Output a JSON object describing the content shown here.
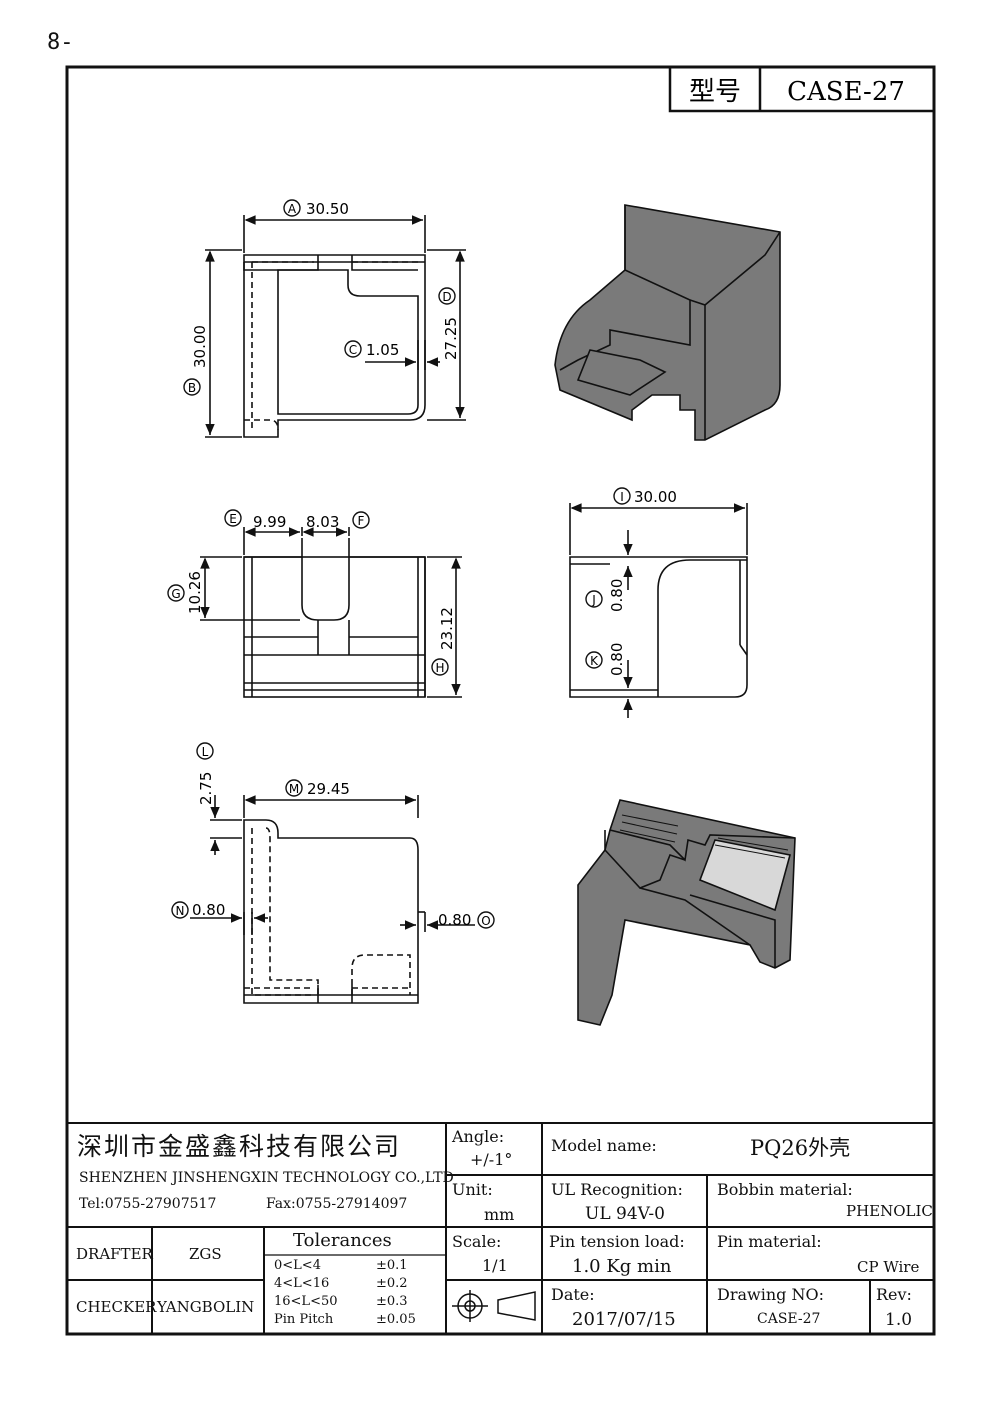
{
  "page_number": "8-",
  "title_block": {
    "model_label": "型号",
    "model_value": "CASE-27"
  },
  "dimensions": {
    "A": {
      "letter": "A",
      "value": "30.50"
    },
    "B": {
      "letter": "B",
      "value": "30.00"
    },
    "C": {
      "letter": "C",
      "value": "1.05"
    },
    "D": {
      "letter": "D",
      "value": "27.25"
    },
    "E": {
      "letter": "E",
      "value": "9.99"
    },
    "F": {
      "letter": "F",
      "value": "8.03"
    },
    "G": {
      "letter": "G",
      "value": "10.26"
    },
    "H": {
      "letter": "H",
      "value": "23.12"
    },
    "I": {
      "letter": "I",
      "value": "30.00"
    },
    "J": {
      "letter": "J",
      "value": "0.80"
    },
    "K": {
      "letter": "K",
      "value": "0.80"
    },
    "L": {
      "letter": "L",
      "value": "2.75"
    },
    "M": {
      "letter": "M",
      "value": "29.45"
    },
    "N": {
      "letter": "N",
      "value": "0.80"
    },
    "O": {
      "letter": "O",
      "value": "0.80"
    }
  },
  "company": {
    "name_cn": "深圳市金盛鑫科技有限公司",
    "name_en": "SHENZHEN JINSHENGXIN TECHNOLOGY CO.,LTD",
    "tel": "Tel:0755-27907517",
    "fax": "Fax:0755-27914097"
  },
  "angle": {
    "label": "Angle:",
    "value": "+/-1°"
  },
  "unit": {
    "label": "Unit:",
    "value": "mm"
  },
  "scale": {
    "label": "Scale:",
    "value": "1/1"
  },
  "model_name": {
    "label": "Model name:",
    "value": "PQ26外壳"
  },
  "ul": {
    "label": "UL Recognition:",
    "value": "UL 94V-0"
  },
  "bobbin": {
    "label": "Bobbin material:",
    "value": "PHENOLIC"
  },
  "pin_tension": {
    "label": "Pin tension load:",
    "value": "1.0 Kg min"
  },
  "pin_material": {
    "label": "Pin material:",
    "value": "CP Wire"
  },
  "date": {
    "label": "Date:",
    "value": "2017/07/15"
  },
  "drawing_no": {
    "label": "Drawing NO:",
    "value": "CASE-27"
  },
  "rev": {
    "label": "Rev:",
    "value": "1.0"
  },
  "drafter": {
    "label": "DRAFTER",
    "value": "ZGS"
  },
  "checker": {
    "label": "CHECKER",
    "value": "YANGBOLIN"
  },
  "tolerances": {
    "title": "Tolerances",
    "rows": [
      {
        "range": "0<L<4",
        "tol": "±0.1"
      },
      {
        "range": "4<L<16",
        "tol": "±0.2"
      },
      {
        "range": "16<L<50",
        "tol": "±0.3"
      },
      {
        "range": "Pin Pitch",
        "tol": "±0.05"
      }
    ]
  },
  "colors": {
    "line": "#111111",
    "shade": "#7a7a7a",
    "light": "#d8d8d8",
    "paper": "#ffffff"
  }
}
